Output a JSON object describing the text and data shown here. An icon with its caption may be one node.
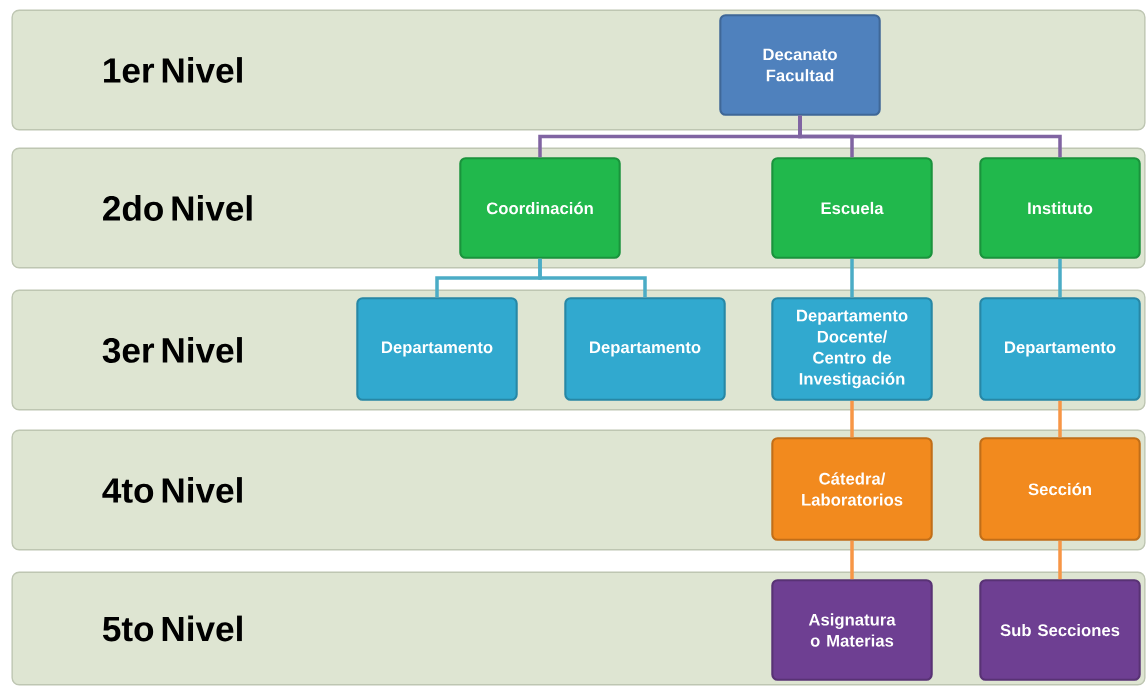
{
  "diagram": {
    "nodes": [
      {
        "text": [
          "1er Nivel"
        ]
      },
      {
        "text": [
          "Decanato Facultad"
        ],
        "in": 0
      },
      {
        "text": [
          "2do Nivel"
        ]
      },
      {
        "text": [
          "Coordinación"
        ],
        "in": 2
      },
      {
        "text": [
          "Escuela"
        ],
        "in": 2
      },
      {
        "text": [
          "Instituto"
        ],
        "in": 2
      },
      {
        "text": [
          "3er Nivel"
        ]
      },
      {
        "text": [
          "Departamento"
        ],
        "in": 6
      },
      {
        "text": [
          "Departamento"
        ],
        "in": 6
      },
      {
        "text": [
          "Departamento Docente/ Centro de Investigación"
        ],
        "in": 6
      },
      {
        "text": [
          "Departamento"
        ],
        "in": 6
      },
      {
        "text": [
          "4to Nivel"
        ]
      },
      {
        "text": [
          "Cátedra/ Laboratorios"
        ],
        "in": 11
      },
      {
        "text": [
          "Sección"
        ],
        "in": 11
      },
      {
        "text": [
          "5to Nivel"
        ]
      },
      {
        "text": [
          "Asignatura o Materias"
        ],
        "in": 14
      },
      {
        "text": [
          "Sub Secciones"
        ],
        "in": 14
      }
    ],
    "edges": [
      {
        "from": 1,
        "to": 3,
        "arrow": "none",
        "color": "#8064a2"
      },
      {
        "from": 1,
        "to": 4,
        "arrow": "none",
        "color": "#8064a2"
      },
      {
        "from": 1,
        "to": 5,
        "arrow": "none",
        "color": "#8064a2"
      },
      {
        "from": 3,
        "to": 7,
        "arrow": "none",
        "color": "#4bacc6"
      },
      {
        "from": 3,
        "to": 8,
        "arrow": "none",
        "color": "#4bacc6"
      },
      {
        "from": 4,
        "to": 9,
        "arrow": "none",
        "color": "#4bacc6"
      },
      {
        "from": 5,
        "to": 10,
        "arrow": "none",
        "color": "#4bacc6"
      },
      {
        "from": 9,
        "to": 12,
        "arrow": "none",
        "color": "#f79646"
      },
      {
        "from": 10,
        "to": 13,
        "arrow": "none",
        "color": "#f79646"
      },
      {
        "from": 12,
        "to": 15,
        "arrow": "none",
        "color": "#f79646"
      },
      {
        "from": 13,
        "to": 16,
        "arrow": "none",
        "color": "#f79646"
      }
    ]
  }
}
